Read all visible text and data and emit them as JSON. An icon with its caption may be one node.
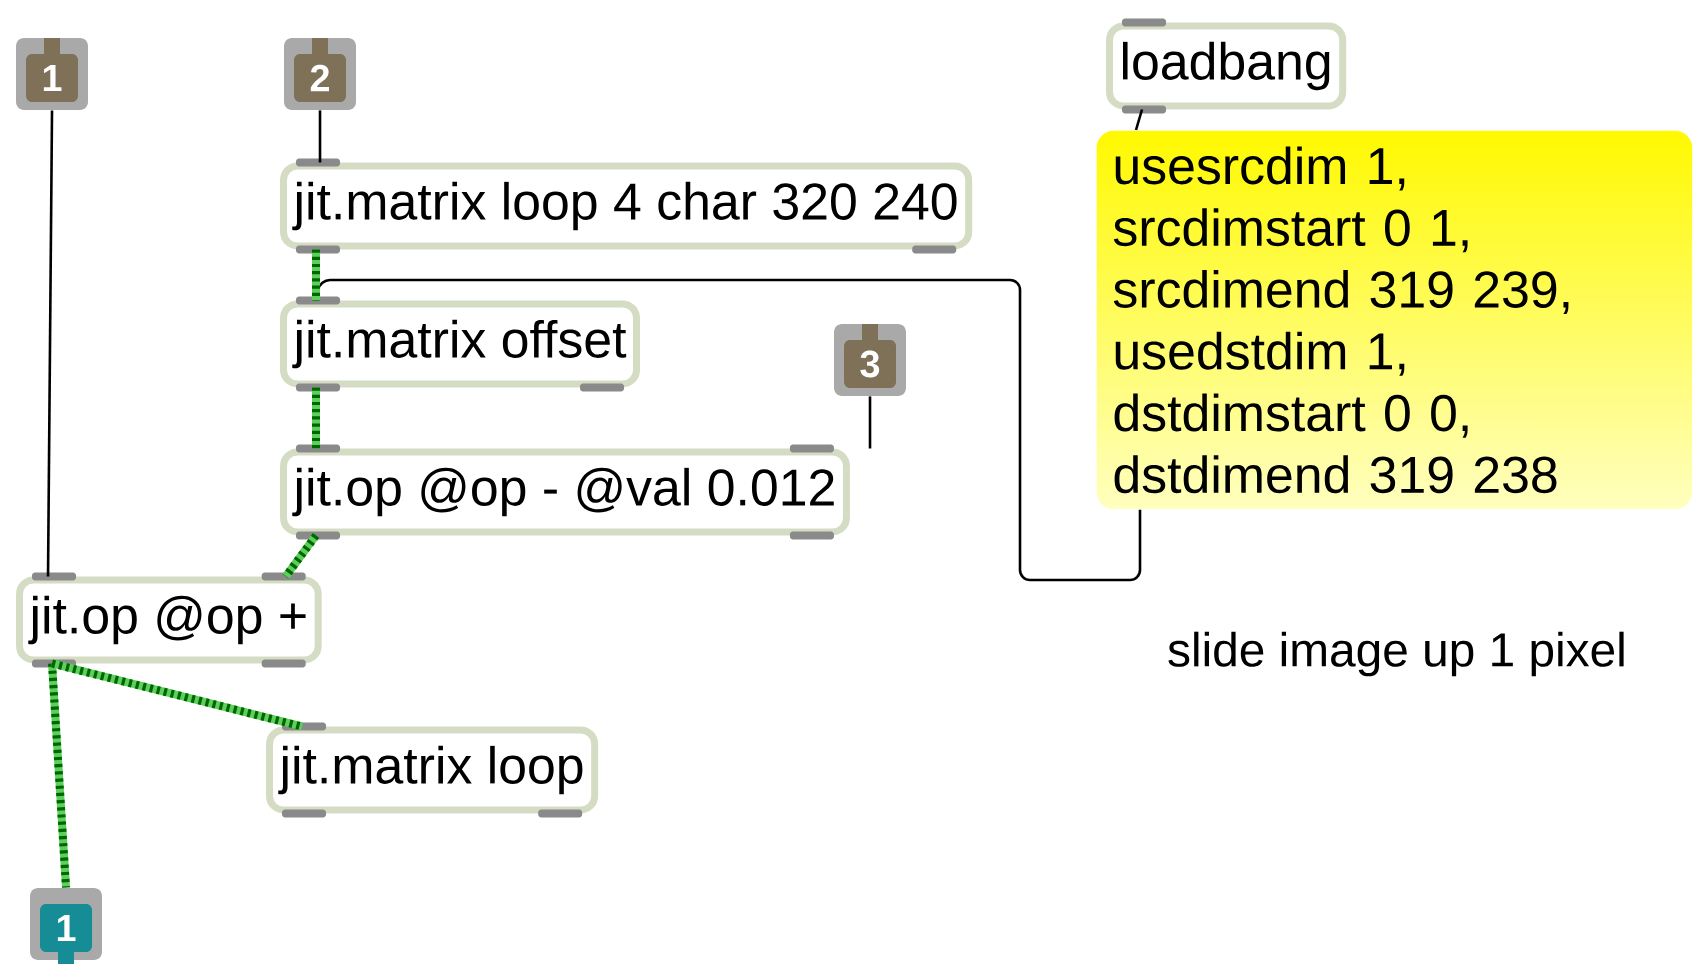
{
  "diagram": {
    "nodes": [
      {
        "text": [
          "1"
        ]
      },
      {
        "text": [
          "2"
        ]
      },
      {
        "text": [
          "loadbang"
        ]
      },
      {
        "text": [
          "usesrcdim 1, srcdimstart 0 1, srcdimend 319 239, usedstdim 1, dstdimstart 0 0, dstdimend 319 238"
        ]
      },
      {
        "text": [
          "jit.matrix loop 4 char 320 240"
        ]
      },
      {
        "text": [
          "jit.matrix offset"
        ]
      },
      {
        "text": [
          "3"
        ]
      },
      {
        "text": [
          "jit.op @op - @val 0.012"
        ]
      },
      {
        "text": [
          "jit.op @op +"
        ]
      },
      {
        "text": [
          "jit.matrix loop"
        ]
      },
      {
        "text": [
          "1"
        ]
      }
    ],
    "edges": [
      {
        "from": 0,
        "to": 8,
        "arrow": "none"
      },
      {
        "from": 1,
        "to": 4,
        "arrow": "none"
      },
      {
        "from": 2,
        "to": 3,
        "arrow": "none"
      },
      {
        "from": 3,
        "to": 5,
        "arrow": "none"
      },
      {
        "from": 4,
        "to": 5,
        "arrow": "none",
        "style": "thick",
        "color": "#5ccf5c"
      },
      {
        "from": 5,
        "to": 7,
        "arrow": "none",
        "style": "thick",
        "color": "#5ccf5c"
      },
      {
        "from": 6,
        "to": 7,
        "arrow": "none"
      },
      {
        "from": 7,
        "to": 8,
        "arrow": "none",
        "style": "thick",
        "color": "#5ccf5c"
      },
      {
        "from": 8,
        "to": 10,
        "arrow": "none",
        "style": "thick",
        "color": "#5ccf5c"
      },
      {
        "from": 8,
        "to": 9,
        "arrow": "none",
        "style": "thick",
        "color": "#5ccf5c"
      }
    ],
    "labels": [
      "slide image up 1 pixel"
    ]
  }
}
